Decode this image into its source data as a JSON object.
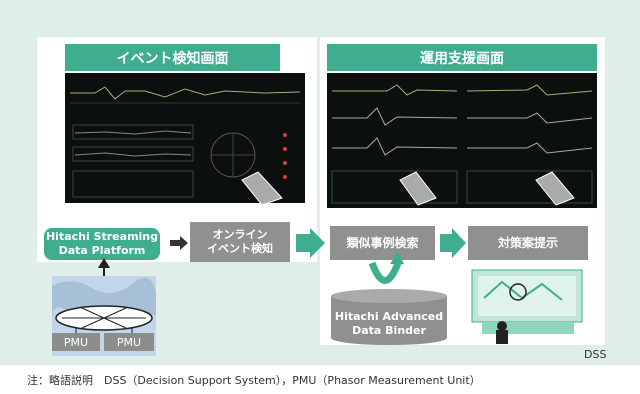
{
  "left_header": "イベント検知画面",
  "right_header": "運用支援画面",
  "platform_label": "Hitachi Streaming\nData Platform",
  "online_label": "オンライン\nイベント検知",
  "similar_label": "類似事例検索",
  "measure_label": "対策案提示",
  "binder_label": "Hitachi Advanced\nData Binder",
  "pmu_labels": [
    "PMU",
    "PMU"
  ],
  "dss_label": "DSS",
  "footnote": "注：略語説明　DSS（Decision Support System），PMU（Phasor Measurement Unit）",
  "colors": {
    "accent": "#3fae8f",
    "gray_box": "#8f918f",
    "background": "#dfeee8"
  }
}
